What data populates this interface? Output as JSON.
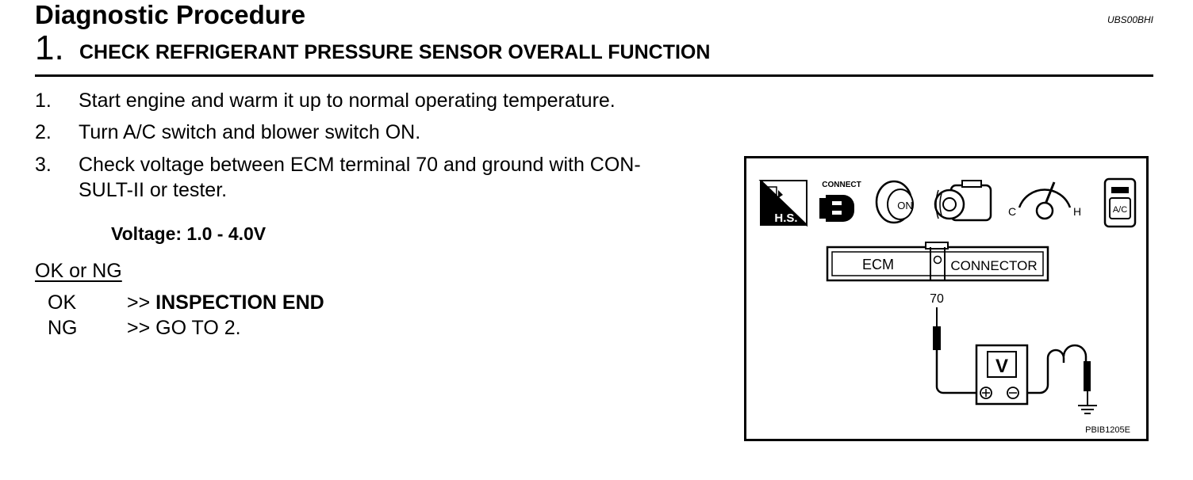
{
  "header": {
    "title": "Diagnostic Procedure",
    "doc_code": "UBS00BHI",
    "step_number": "1.",
    "step_title": "CHECK REFRIGERANT PRESSURE SENSOR OVERALL FUNCTION"
  },
  "instructions": [
    {
      "num": "1.",
      "text": "Start engine and warm it up to normal operating temperature."
    },
    {
      "num": "2.",
      "text": "Turn A/C switch and blower switch ON."
    },
    {
      "num": "3.",
      "line1": "Check voltage between ECM terminal 70 and ground with CON-",
      "line2": "SULT-II or tester."
    }
  ],
  "spec": {
    "voltage": "Voltage: 1.0 - 4.0V"
  },
  "result": {
    "heading": "OK or NG",
    "ok_code": "OK",
    "ok_arrow": ">>",
    "ok_text": "INSPECTION END",
    "ng_code": "NG",
    "ng_text": ">> GO TO 2."
  },
  "figure": {
    "icons": [
      "hs-icon",
      "connect-icon",
      "ignition-on-icon",
      "engine-running-icon",
      "temperature-gauge-icon",
      "ac-switch-icon"
    ],
    "hs_label": "H.S.",
    "connect_label": "CONNECT",
    "ignition_label": "ON",
    "gauge_c": "C",
    "gauge_h": "H",
    "ac_label": "A/C",
    "ecm_label": "ECM",
    "connector_label": "CONNECTOR",
    "terminal_label": "70",
    "meter_label": "V",
    "figure_code": "PBIB1205E"
  }
}
